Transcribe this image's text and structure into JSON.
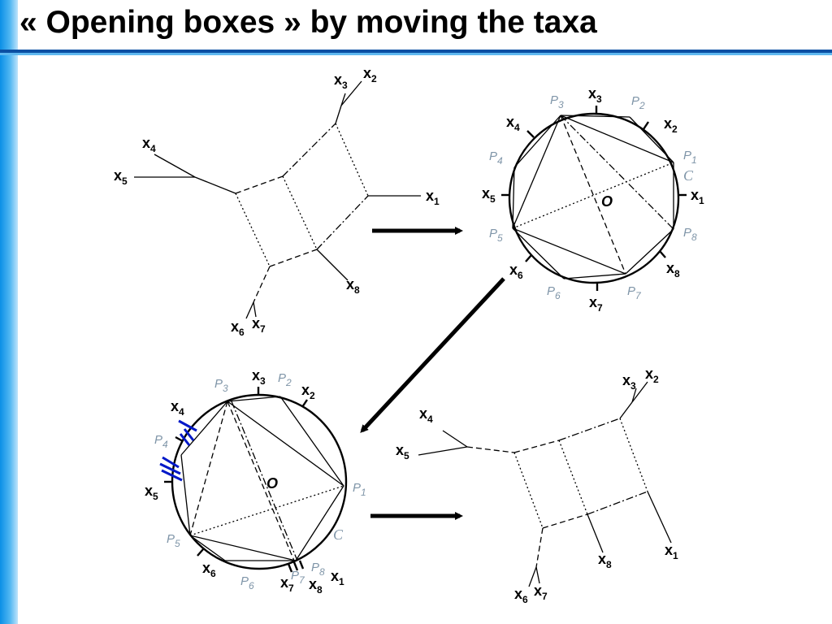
{
  "slide": {
    "title": "« Opening boxes » by moving the taxa"
  },
  "taxa": {
    "x1": {
      "base": "x",
      "sub": "1"
    },
    "x2": {
      "base": "x",
      "sub": "2"
    },
    "x3": {
      "base": "x",
      "sub": "3"
    },
    "x4": {
      "base": "x",
      "sub": "4"
    },
    "x5": {
      "base": "x",
      "sub": "5"
    },
    "x6": {
      "base": "x",
      "sub": "6"
    },
    "x7": {
      "base": "x",
      "sub": "7"
    },
    "x8": {
      "base": "x",
      "sub": "8"
    }
  },
  "points": {
    "P1": {
      "base": "P",
      "sub": "1"
    },
    "P2": {
      "base": "P",
      "sub": "2"
    },
    "P3": {
      "base": "P",
      "sub": "3"
    },
    "P4": {
      "base": "P",
      "sub": "4"
    },
    "P5": {
      "base": "P",
      "sub": "5"
    },
    "P6": {
      "base": "P",
      "sub": "6"
    },
    "P7": {
      "base": "P",
      "sub": "7"
    },
    "P8": {
      "base": "P",
      "sub": "8"
    }
  },
  "center_label": "O",
  "circle_label": "C",
  "colors": {
    "point_label": "#7f95a8",
    "tick_marks": "#0018c8",
    "title_rule": "#0b4fa3",
    "side_bar": "#0a8fe6"
  }
}
